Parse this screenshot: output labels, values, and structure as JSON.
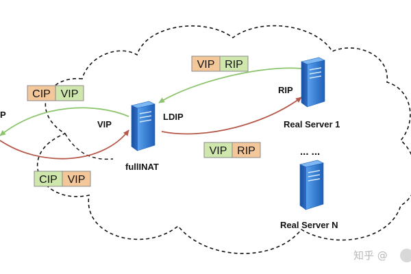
{
  "colors": {
    "orange_cell": "#f4c79a",
    "green_cell": "#cfe6ad",
    "cell_border": "#8a8a8a",
    "outbound_arrow": "#b5584a",
    "return_arrow": "#8cc46e",
    "cloud_stroke": "#111111",
    "server_blue": "#2e7bd6"
  },
  "nodes": {
    "fullnat": {
      "label": "fullINAT",
      "vip_label": "VIP",
      "ldip_label": "LDIP",
      "icon": "server-icon"
    },
    "real_server_1": {
      "label": "Real Server 1",
      "rip_label": "RIP",
      "icon": "server-icon"
    },
    "real_server_n": {
      "label": "Real Server N",
      "icon": "server-icon"
    },
    "ellipsis": "... ...",
    "client_edge": "P"
  },
  "packets": {
    "top_return": [
      "VIP",
      "RIP"
    ],
    "left_return": [
      "CIP",
      "VIP"
    ],
    "middle_forward": [
      "VIP",
      "RIP"
    ],
    "bottom_forward": [
      "CIP",
      "VIP"
    ]
  },
  "watermark": "知乎 @"
}
